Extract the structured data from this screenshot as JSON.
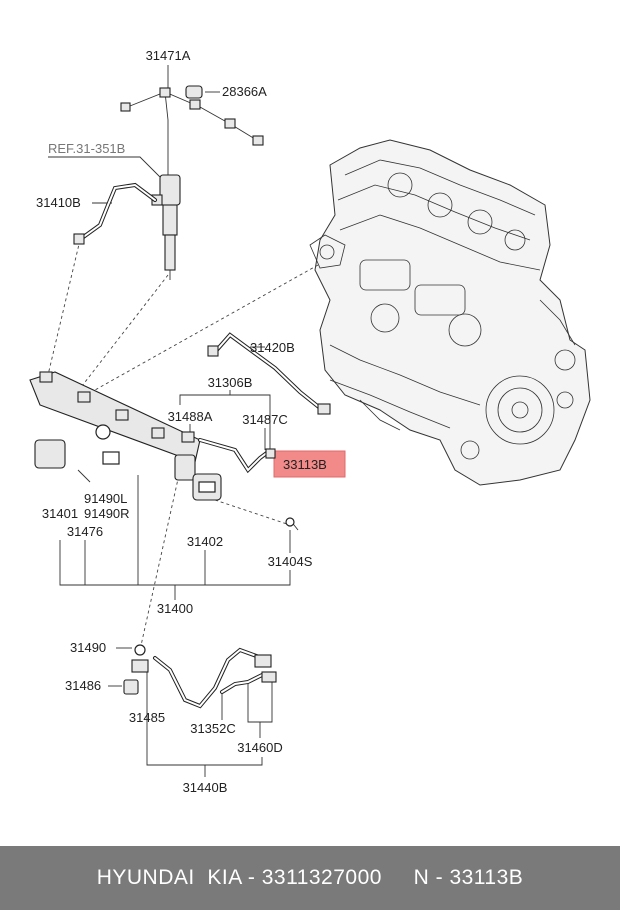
{
  "callouts": {
    "c31471A": "31471A",
    "c28366A": "28366A",
    "ref": "REF.31-351B",
    "c31410B": "31410B",
    "c31420B": "31420B",
    "c31306B": "31306B",
    "c31488A": "31488A",
    "c31487C": "31487C",
    "c33113B": "33113B",
    "c31401": "31401",
    "c91490L": "91490L",
    "c91490R": "91490R",
    "c31476": "31476",
    "c31402": "31402",
    "c31404S": "31404S",
    "c31400": "31400",
    "c31490": "31490",
    "c31486": "31486",
    "c31485": "31485",
    "c31352C": "31352C",
    "c31460D": "31460D",
    "c31440B": "31440B"
  },
  "highlight": {
    "part": "33113B",
    "color": "#f28a8a"
  },
  "footer": {
    "text": "HYUNDAI  KIA - 3311327000     N - 33113B",
    "background": "#7a7a7a"
  }
}
